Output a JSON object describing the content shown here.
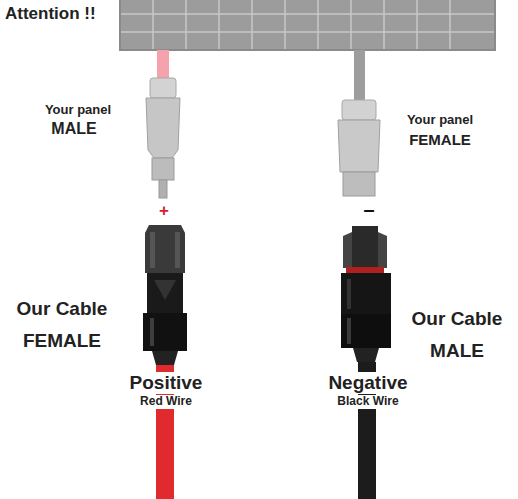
{
  "diagram": {
    "title": "Attention !!",
    "labels": [
      "Your panel",
      "MALE",
      "Your panel",
      "FEMALE",
      "+",
      "–",
      "Our Cable",
      "FEMALE",
      "Our Cable",
      "MALE",
      "Positive",
      "Red Wire",
      "Negative",
      "Black Wire"
    ]
  }
}
